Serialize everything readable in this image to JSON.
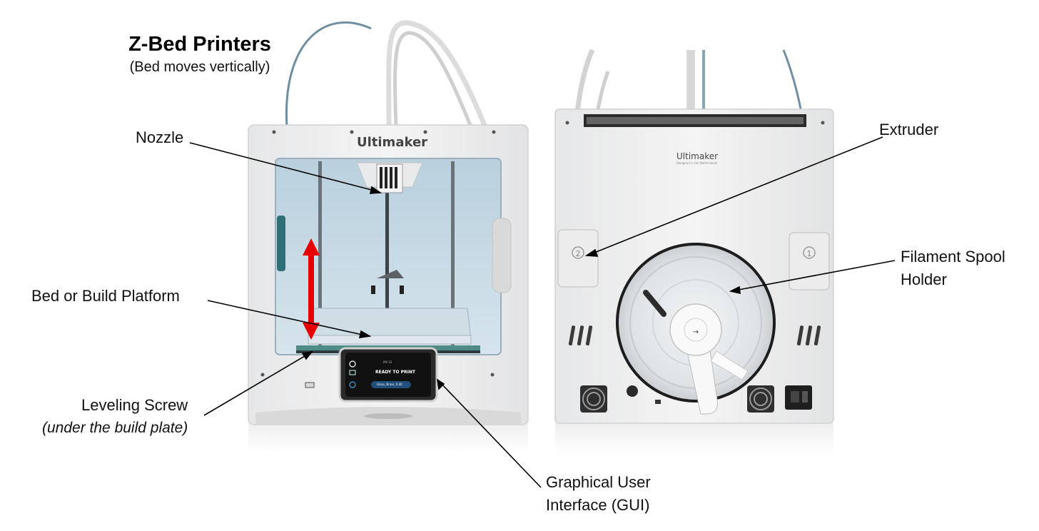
{
  "title": {
    "main": "Z-Bed Printers",
    "subtitle": "(Bed moves vertically)"
  },
  "labels": {
    "nozzle": "Nozzle",
    "bed": "Bed or Build Platform",
    "leveling_screw": "Leveling Screw",
    "leveling_screw_note": "(under the build plate)",
    "gui_line1": "Graphical User",
    "gui_line2": "Interface (GUI)",
    "extruder": "Extruder",
    "spool_line1": "Filament Spool",
    "spool_line2": "Holder"
  },
  "printer": {
    "brand": "Ultimaker",
    "back_tagline": "Designed in the Netherlands",
    "screen_header": "PM 33",
    "screen_status": "READY TO PRINT",
    "screen_footer": "Glass, Brass, 0.40"
  },
  "colors": {
    "arrow": "#e60000",
    "leader": "#000000",
    "chamber": "#cfe0ea",
    "accent": "#2f6f78"
  },
  "icons": {
    "motion_arrow": "double-headed-vertical-arrow",
    "spool_badge": "spool-arrow-icon"
  }
}
